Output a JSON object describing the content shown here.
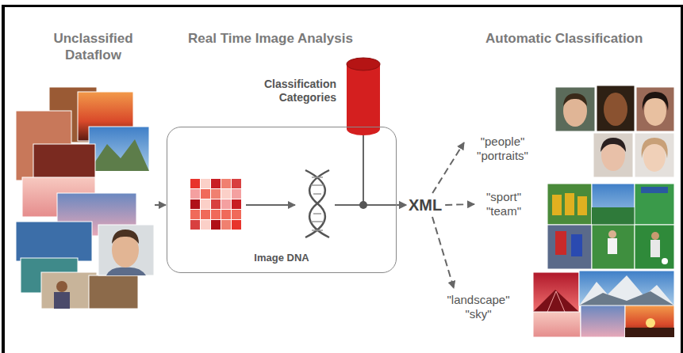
{
  "diagram": {
    "nodes": [
      {
        "text": [
          "Unclassified Dataflow"
        ]
      },
      {
        "text": [
          "Classification Categories"
        ]
      },
      {
        "text": [
          "Image DNA"
        ]
      },
      {
        "text": [
          "XML"
        ]
      },
      {
        "text": [
          "\"people\" \"portraits\""
        ]
      },
      {
        "text": [
          "\"sport\" \"team\""
        ]
      },
      {
        "text": [
          "\"landscape\" \"sky\""
        ]
      }
    ],
    "edges": [
      {
        "from": 0,
        "to": 2,
        "arrow": "to"
      },
      {
        "from": 1,
        "to": 3,
        "arrow": "to"
      },
      {
        "from": 2,
        "to": 3,
        "arrow": "to"
      },
      {
        "from": 3,
        "to": 4,
        "arrow": "to"
      },
      {
        "from": 3,
        "to": 5,
        "arrow": "to"
      },
      {
        "from": 3,
        "to": 6,
        "arrow": "to"
      }
    ],
    "labels": [
      "Real Time Image Analysis",
      "Automatic Classification"
    ]
  }
}
